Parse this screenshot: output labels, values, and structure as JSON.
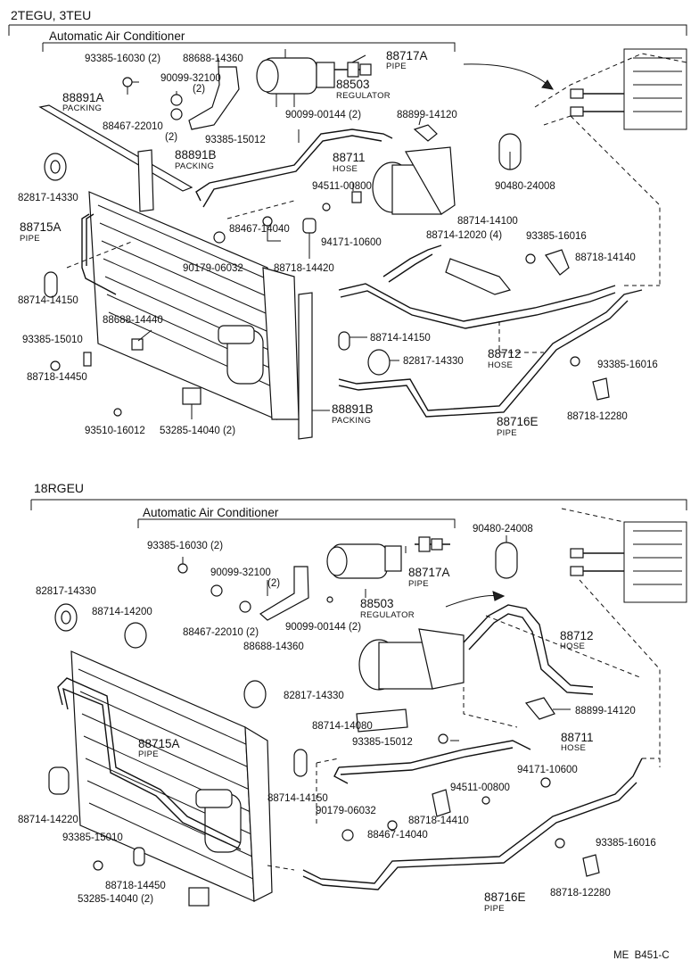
{
  "sections": {
    "top": {
      "title": "2TEGU, 3TEU",
      "subtitle": "Automatic Air Conditioner"
    },
    "bottom": {
      "title": "18RGEU",
      "subtitle": "Automatic Air Conditioner"
    }
  },
  "top_parts": [
    {
      "id": "t1",
      "pn": "93385-16030 (2)"
    },
    {
      "id": "t2",
      "pn": "88688-14360"
    },
    {
      "id": "t3",
      "pn": "88717A",
      "label": "PIPE"
    },
    {
      "id": "t4",
      "pn": "90099-32100",
      "qty": "(2)"
    },
    {
      "id": "t5",
      "pn": "88891A",
      "label": "PACKING"
    },
    {
      "id": "t6",
      "pn": "88503",
      "label": "REGULATOR"
    },
    {
      "id": "t7",
      "pn": "88467-22010",
      "qty": "(2)"
    },
    {
      "id": "t8",
      "pn": "90099-00144 (2)"
    },
    {
      "id": "t9",
      "pn": "88899-14120"
    },
    {
      "id": "t10",
      "pn": "93385-15012"
    },
    {
      "id": "t11",
      "pn": "88891B",
      "label": "PACKING"
    },
    {
      "id": "t12",
      "pn": "88711",
      "label": "HOSE"
    },
    {
      "id": "t13",
      "pn": "82817-14330"
    },
    {
      "id": "t14",
      "pn": "94511-00800"
    },
    {
      "id": "t15",
      "pn": "90480-24008"
    },
    {
      "id": "t16",
      "pn": "88715A",
      "label": "PIPE"
    },
    {
      "id": "t17",
      "pn": "88467-14040"
    },
    {
      "id": "t18",
      "pn": "94171-10600"
    },
    {
      "id": "t19",
      "pn": "88714-14100"
    },
    {
      "id": "t20",
      "pn": "88714-12020 (4)"
    },
    {
      "id": "t21",
      "pn": "93385-16016"
    },
    {
      "id": "t22",
      "pn": "90179-06032"
    },
    {
      "id": "t23",
      "pn": "88718-14420"
    },
    {
      "id": "t24",
      "pn": "88718-14140"
    },
    {
      "id": "t25",
      "pn": "88714-14150"
    },
    {
      "id": "t26",
      "pn": "88688-14440"
    },
    {
      "id": "t27",
      "pn": "93385-15010"
    },
    {
      "id": "t28",
      "pn": "88714-14150"
    },
    {
      "id": "t29",
      "pn": "88712",
      "label": "HOSE"
    },
    {
      "id": "t30",
      "pn": "82817-14330"
    },
    {
      "id": "t31",
      "pn": "93385-16016"
    },
    {
      "id": "t32",
      "pn": "88718-14450"
    },
    {
      "id": "t33",
      "pn": "88891B",
      "label": "PACKING"
    },
    {
      "id": "t34",
      "pn": "88716E",
      "label": "PIPE"
    },
    {
      "id": "t35",
      "pn": "88718-12280"
    },
    {
      "id": "t36",
      "pn": "93510-16012"
    },
    {
      "id": "t37",
      "pn": "53285-14040 (2)"
    }
  ],
  "bottom_parts": [
    {
      "id": "b1",
      "pn": "93385-16030 (2)"
    },
    {
      "id": "b2",
      "pn": "90480-24008"
    },
    {
      "id": "b3",
      "pn": "90099-32100",
      "qty": "(2)"
    },
    {
      "id": "b4",
      "pn": "88717A",
      "label": "PIPE"
    },
    {
      "id": "b5",
      "pn": "82817-14330"
    },
    {
      "id": "b6",
      "pn": "88714-14200"
    },
    {
      "id": "b7",
      "pn": "88503",
      "label": "REGULATOR"
    },
    {
      "id": "b8",
      "pn": "88467-22010 (2)"
    },
    {
      "id": "b9",
      "pn": "90099-00144 (2)"
    },
    {
      "id": "b10",
      "pn": "88688-14360"
    },
    {
      "id": "b11",
      "pn": "88712",
      "label": "HOSE"
    },
    {
      "id": "b12",
      "pn": "82817-14330"
    },
    {
      "id": "b13",
      "pn": "88899-14120"
    },
    {
      "id": "b14",
      "pn": "88714-14080"
    },
    {
      "id": "b15",
      "pn": "88715A",
      "label": "PIPE"
    },
    {
      "id": "b16",
      "pn": "93385-15012"
    },
    {
      "id": "b17",
      "pn": "88711",
      "label": "HOSE"
    },
    {
      "id": "b18",
      "pn": "94171-10600"
    },
    {
      "id": "b19",
      "pn": "88714-14150"
    },
    {
      "id": "b20",
      "pn": "94511-00800"
    },
    {
      "id": "b21",
      "pn": "88714-14220"
    },
    {
      "id": "b22",
      "pn": "90179-06032"
    },
    {
      "id": "b23",
      "pn": "88718-14410"
    },
    {
      "id": "b24",
      "pn": "93385-15010"
    },
    {
      "id": "b25",
      "pn": "88467-14040"
    },
    {
      "id": "b26",
      "pn": "93385-16016"
    },
    {
      "id": "b27",
      "pn": "88718-14450"
    },
    {
      "id": "b28",
      "pn": "53285-14040 (2)"
    },
    {
      "id": "b29",
      "pn": "88716E",
      "label": "PIPE"
    },
    {
      "id": "b30",
      "pn": "88718-12280"
    }
  ],
  "footer": {
    "ref": "ME  B451-C"
  }
}
